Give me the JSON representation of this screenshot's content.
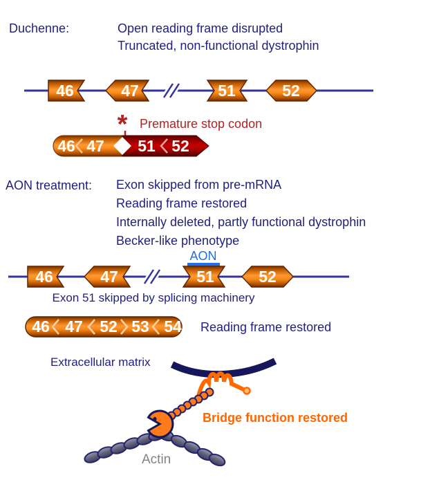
{
  "colors": {
    "navy_text": "#1f1f7e",
    "gene_line": "#3333a0",
    "exon_orange": "#f07800",
    "dark_red": "#a00000",
    "stop_red": "#b22222",
    "aon_blue": "#1e6fe8",
    "bridge_orange": "#ff6600",
    "actin_gray": "#828282",
    "membrane_navy": "#16165a"
  },
  "duchenne_section": {
    "label": "Duchenne:",
    "lines": [
      "Open reading frame disrupted",
      "Truncated, non-functional dystrophin"
    ]
  },
  "gene_map_1": {
    "exons": [
      "46",
      "47",
      "51",
      "52"
    ],
    "break_symbol": "//"
  },
  "premature_stop": {
    "marker": "*",
    "label": "Premature stop codon"
  },
  "mrna_1": {
    "exons": [
      "46",
      "47",
      "51",
      "52"
    ],
    "separators": [
      "<",
      "<"
    ],
    "stop_symbol": "white-diamond"
  },
  "aon_section": {
    "label": "AON treatment:",
    "lines": [
      "Exon skipped from pre-mRNA",
      "Reading frame restored",
      "Internally deleted, partly functional dystrophin",
      "Becker-like phenotype"
    ]
  },
  "gene_map_2": {
    "aon_label": "AON",
    "exons": [
      "46",
      "47",
      "51",
      "52"
    ],
    "break_symbol": "//",
    "caption": "Exon 51 skipped by splicing machinery"
  },
  "mrna_2": {
    "exons": [
      "46",
      "47",
      "52",
      "53",
      "54"
    ],
    "separators": [
      "<",
      "<",
      ">",
      "<"
    ],
    "caption": "Reading frame restored"
  },
  "protein_diagram": {
    "ecm_label": "Extracellular matrix",
    "bridge_label": "Bridge function restored",
    "actin_label": "Actin"
  }
}
